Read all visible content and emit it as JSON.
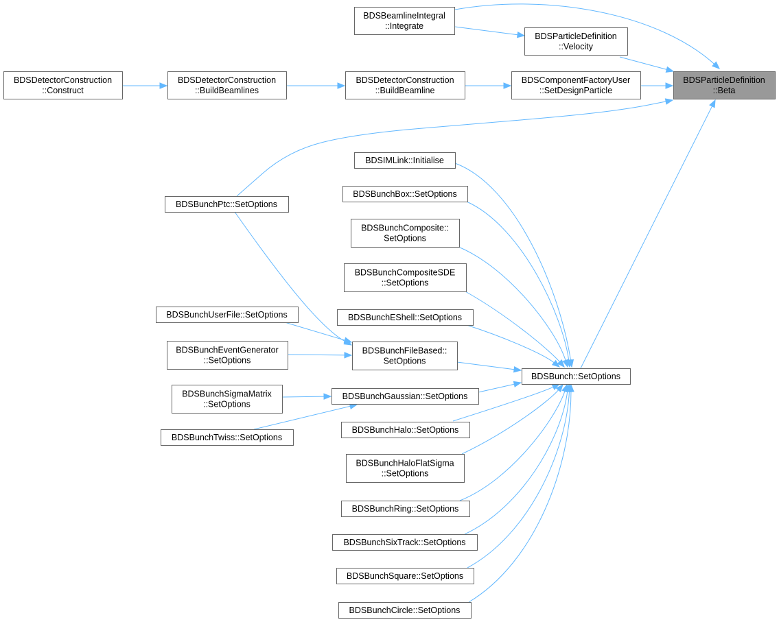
{
  "nodes": [
    {
      "id": "root",
      "lines": [
        "BDSParticleDefinition",
        "::Beta"
      ],
      "root": true
    },
    {
      "id": "integrate",
      "lines": [
        "BDSBeamlineIntegral",
        "::Integrate"
      ]
    },
    {
      "id": "velocity",
      "lines": [
        "BDSParticleDefinition",
        "::Velocity"
      ]
    },
    {
      "id": "setdesign",
      "lines": [
        "BDSComponentFactoryUser",
        "::SetDesignParticle"
      ]
    },
    {
      "id": "buildbeamline",
      "lines": [
        "BDSDetectorConstruction",
        "::BuildBeamline"
      ]
    },
    {
      "id": "buildbeamlines",
      "lines": [
        "BDSDetectorConstruction",
        "::BuildBeamlines"
      ]
    },
    {
      "id": "construct",
      "lines": [
        "BDSDetectorConstruction",
        "::Construct"
      ]
    },
    {
      "id": "ptc",
      "lines": [
        "BDSBunchPtc::SetOptions"
      ]
    },
    {
      "id": "bunch",
      "lines": [
        "BDSBunch::SetOptions"
      ]
    },
    {
      "id": "imlink",
      "lines": [
        "BDSIMLink::Initialise"
      ]
    },
    {
      "id": "box",
      "lines": [
        "BDSBunchBox::SetOptions"
      ]
    },
    {
      "id": "composite",
      "lines": [
        "BDSBunchComposite::",
        "SetOptions"
      ]
    },
    {
      "id": "compositesde",
      "lines": [
        "BDSBunchCompositeSDE",
        "::SetOptions"
      ]
    },
    {
      "id": "eshell",
      "lines": [
        "BDSBunchEShell::SetOptions"
      ]
    },
    {
      "id": "filebased",
      "lines": [
        "BDSBunchFileBased::",
        "SetOptions"
      ]
    },
    {
      "id": "userfile",
      "lines": [
        "BDSBunchUserFile::SetOptions"
      ]
    },
    {
      "id": "eventgen",
      "lines": [
        "BDSBunchEventGenerator",
        "::SetOptions"
      ]
    },
    {
      "id": "gaussian",
      "lines": [
        "BDSBunchGaussian::SetOptions"
      ]
    },
    {
      "id": "sigmamatrix",
      "lines": [
        "BDSBunchSigmaMatrix",
        "::SetOptions"
      ]
    },
    {
      "id": "twiss",
      "lines": [
        "BDSBunchTwiss::SetOptions"
      ]
    },
    {
      "id": "halo",
      "lines": [
        "BDSBunchHalo::SetOptions"
      ]
    },
    {
      "id": "haloflat",
      "lines": [
        "BDSBunchHaloFlatSigma",
        "::SetOptions"
      ]
    },
    {
      "id": "ring",
      "lines": [
        "BDSBunchRing::SetOptions"
      ]
    },
    {
      "id": "sixtrack",
      "lines": [
        "BDSBunchSixTrack::SetOptions"
      ]
    },
    {
      "id": "square",
      "lines": [
        "BDSBunchSquare::SetOptions"
      ]
    },
    {
      "id": "circle",
      "lines": [
        "BDSBunchCircle::SetOptions"
      ]
    }
  ],
  "edges": [
    {
      "from": "integrate",
      "to": "root"
    },
    {
      "from": "integrate",
      "to": "velocity"
    },
    {
      "from": "velocity",
      "to": "root"
    },
    {
      "from": "setdesign",
      "to": "root"
    },
    {
      "from": "buildbeamline",
      "to": "setdesign"
    },
    {
      "from": "buildbeamlines",
      "to": "buildbeamline"
    },
    {
      "from": "construct",
      "to": "buildbeamlines"
    },
    {
      "from": "ptc",
      "to": "root"
    },
    {
      "from": "bunch",
      "to": "root"
    },
    {
      "from": "imlink",
      "to": "bunch"
    },
    {
      "from": "box",
      "to": "bunch"
    },
    {
      "from": "composite",
      "to": "bunch"
    },
    {
      "from": "compositesde",
      "to": "bunch"
    },
    {
      "from": "eshell",
      "to": "bunch"
    },
    {
      "from": "filebased",
      "to": "bunch"
    },
    {
      "from": "ptc",
      "to": "filebased"
    },
    {
      "from": "userfile",
      "to": "filebased"
    },
    {
      "from": "eventgen",
      "to": "filebased"
    },
    {
      "from": "gaussian",
      "to": "bunch"
    },
    {
      "from": "sigmamatrix",
      "to": "gaussian"
    },
    {
      "from": "twiss",
      "to": "gaussian"
    },
    {
      "from": "halo",
      "to": "bunch"
    },
    {
      "from": "haloflat",
      "to": "bunch"
    },
    {
      "from": "ring",
      "to": "bunch"
    },
    {
      "from": "sixtrack",
      "to": "bunch"
    },
    {
      "from": "square",
      "to": "bunch"
    },
    {
      "from": "circle",
      "to": "bunch"
    }
  ],
  "colors": {
    "edge": "#63b8ff",
    "node_border": "#666666",
    "root_fill": "#999999",
    "node_fill": "#ffffff"
  }
}
